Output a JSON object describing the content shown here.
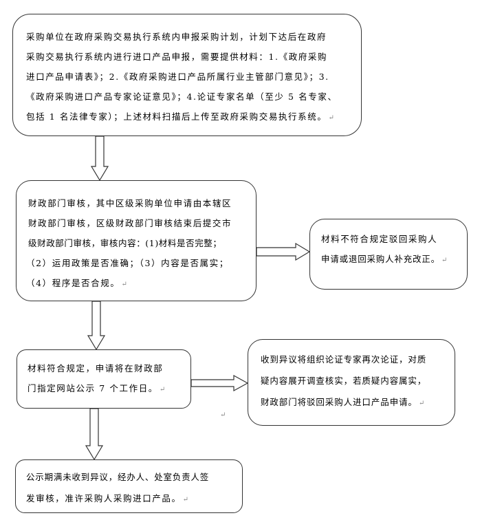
{
  "boxes": {
    "submit": {
      "lines": [
        "采购单位在政府采购交易执行系统内申报采购计划，计划下达后在政府",
        "采购交易执行系统内进行进口产品申报，需要提供材料：1.《政府采购",
        "进口产品申请表》；2.《政府采购进口产品所属行业主管部门意见》；3.",
        "《政府采购进口产品专家论证意见》；4.论证专家名单（至少 5 名专家、",
        "包括 1 名法律专家）；上述材料扫描后上传至政府采购交易执行系统。"
      ]
    },
    "review": {
      "lines": [
        "财政部门审核，其中区级采购单位申请由本辖区",
        "财政部门审核，区级财政部门审核结束后提交市",
        "级财政部门审核，审核内容：(1)材料是否完整；",
        "（2）运用政策是否准确；（3）内容是否属实；",
        "（4）程序是否合规。"
      ]
    },
    "reject": {
      "lines": [
        "材料不符合规定驳回采购人",
        "申请或退回采购人补充改正。"
      ]
    },
    "publicize": {
      "lines": [
        "材料符合规定，申请将在财政部",
        "门指定网站公示 7 个工作日。"
      ]
    },
    "objection": {
      "lines": [
        "收到异议将组织论证专家再次论证，对质",
        "疑内容展开调查核实，若质疑内容属实，",
        "财政部门将驳回采购人进口产品申请。"
      ]
    },
    "approve": {
      "lines": [
        "公示期满未收到异议，经办人、处室负责人签",
        "发审核，准许采购人采购进口产品。"
      ]
    }
  },
  "return_mark": "↵"
}
